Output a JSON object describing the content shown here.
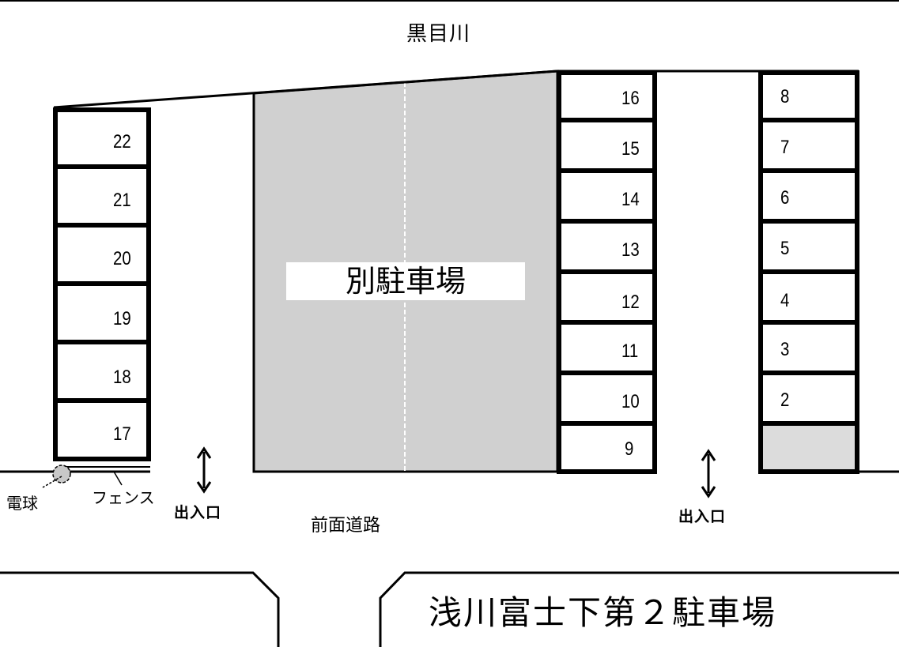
{
  "labels": {
    "river": "黒目川",
    "front_road": "前面道路",
    "other_lot": "別駐車場",
    "light": "電球",
    "fence": "フェンス",
    "exit_left": "出入口",
    "exit_right": "出入口",
    "title": "浅川富士下第２駐車場"
  },
  "colors": {
    "line": "#000000",
    "other_lot_fill": "#d0d0d0",
    "reserved_stall_fill": "#dcdcdc",
    "light_fill": "#c8c8c8"
  },
  "stalls": {
    "left_column": [
      "22",
      "21",
      "20",
      "19",
      "18",
      "17"
    ],
    "middle_column": [
      "16",
      "15",
      "14",
      "13",
      "12",
      "11",
      "10",
      "9"
    ],
    "right_column": [
      "8",
      "7",
      "6",
      "5",
      "4",
      "3",
      "2",
      ""
    ]
  },
  "icons": {
    "exit_arrow": "double-vertical-arrow-icon",
    "light": "light-bulb-icon"
  }
}
